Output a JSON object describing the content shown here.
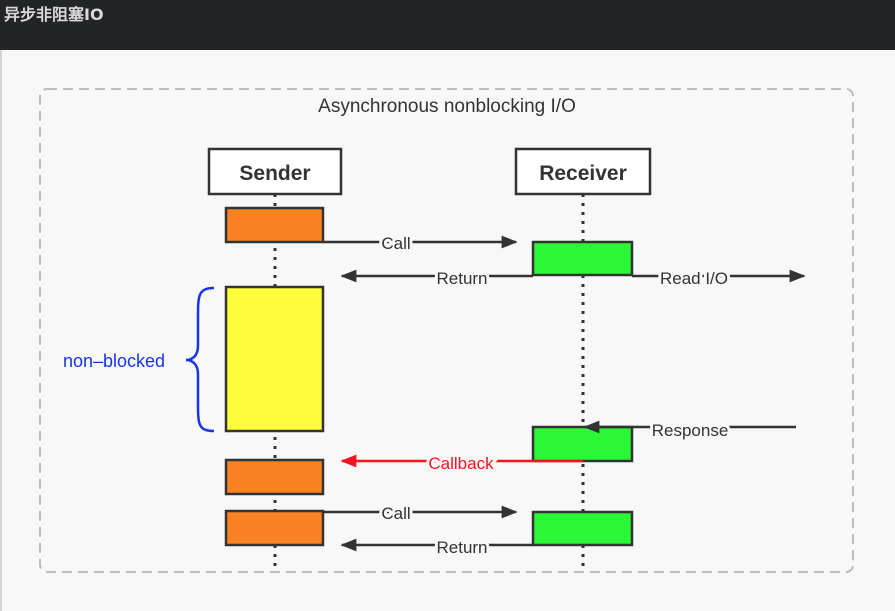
{
  "header": {
    "title": "异步非阻塞IO"
  },
  "diagram": {
    "frame_title": "Asynchronous nonblocking I/O",
    "sender_label": "Sender",
    "receiver_label": "Receiver",
    "call_label_1": "Call",
    "return_label_1": "Return",
    "read_io_label": "Read I/O",
    "non_blocked_label": "non–blocked",
    "response_label": "Response",
    "callback_label": "Callback",
    "call_label_2": "Call",
    "return_label_2": "Return",
    "colors": {
      "sender_block": "#f98323",
      "receiver_block": "#2bf736",
      "nonblocked_block": "#fdfd3a",
      "callback_arrow": "#f5141e",
      "brace": "#1635e6",
      "arrow": "#333333"
    }
  }
}
